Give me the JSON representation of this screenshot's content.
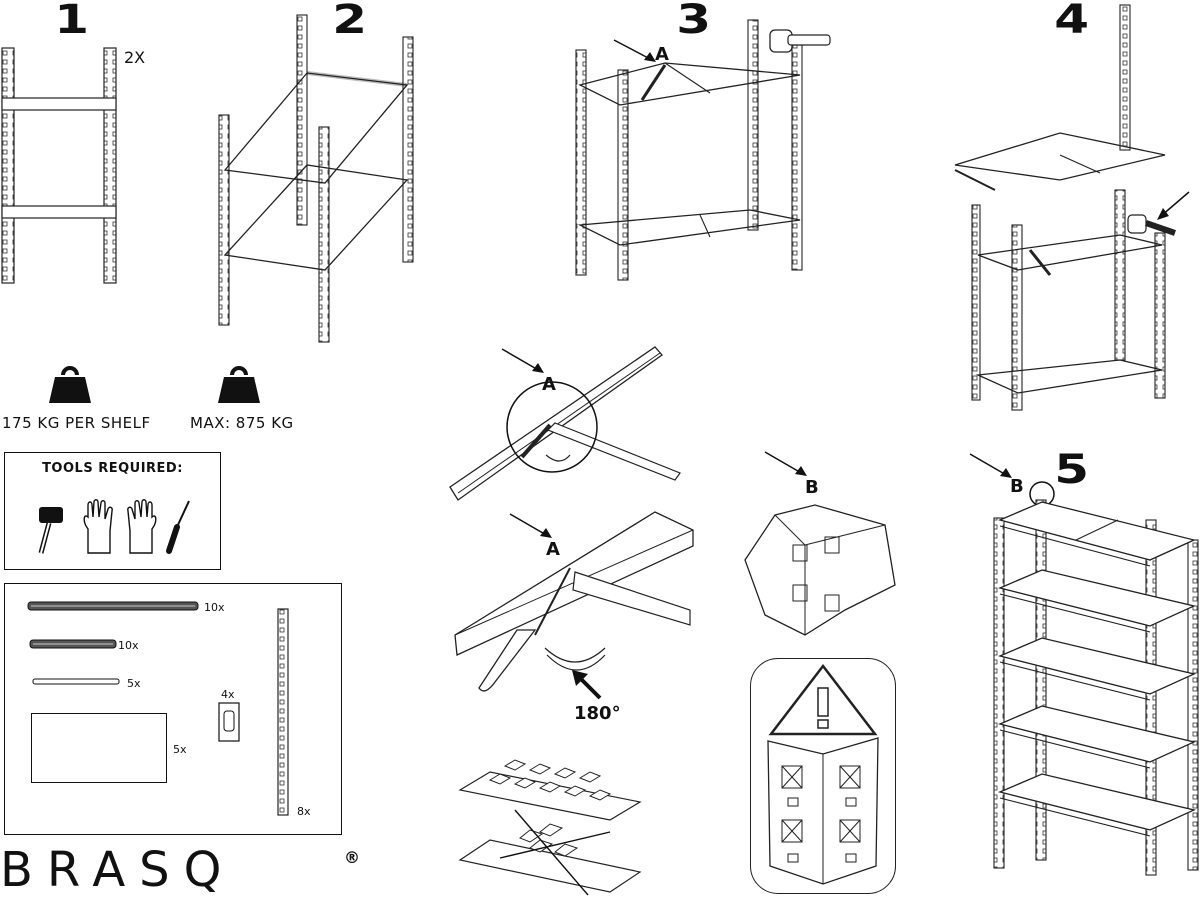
{
  "steps": {
    "s1": "1",
    "s2": "2",
    "s3": "3",
    "s4": "4",
    "s5": "5"
  },
  "step1_qty": "2X",
  "labels": {
    "a1": "A",
    "a2": "A",
    "a3": "A",
    "b1": "B",
    "b2": "B",
    "rotation": "180°"
  },
  "capacity": {
    "per_shelf": "175 KG PER SHELF",
    "max": "MAX: 875 KG"
  },
  "tools": {
    "title": "TOOLS REQUIRED:"
  },
  "parts": {
    "long_beam_qty": "10x",
    "short_beam_qty": "10x",
    "support_qty": "5x",
    "connector_qty": "4x",
    "board_qty": "5x",
    "upright_qty": "8x"
  },
  "brand": {
    "name": "BRASQ",
    "mark": "®"
  }
}
